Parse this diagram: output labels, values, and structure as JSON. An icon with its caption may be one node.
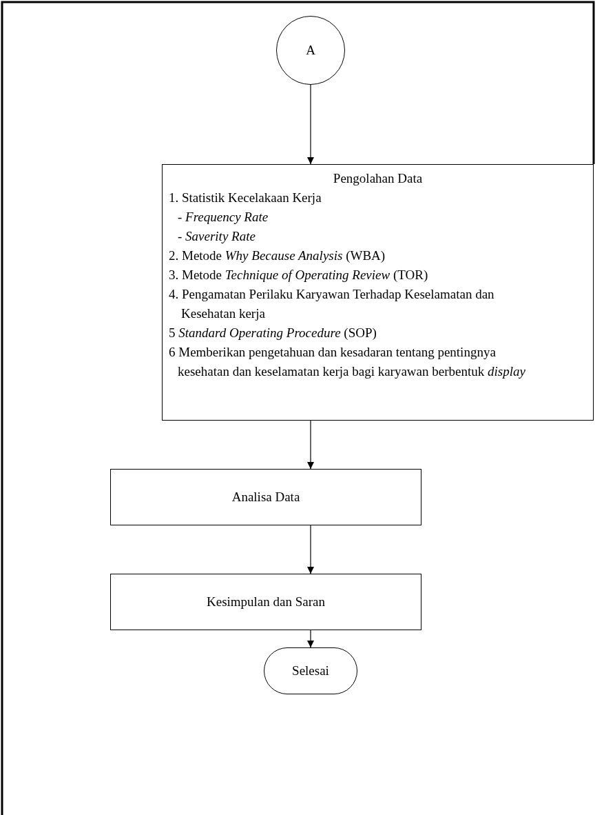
{
  "diagram": {
    "nodes": [
      {
        "text": [
          "A"
        ]
      },
      {
        "text": [
          "Pengolahan Data",
          "1. Statistik Kecelakaan Kerja",
          "- *Frequency Rate*",
          "- *Saverity Rate*",
          "2. Metode *Why Because Analysis* (WBA)",
          "3. Metode *Technique of Operating Review* (TOR)",
          "4. Pengamatan Perilaku Karyawan Terhadap Keselamatan dan Kesehatan kerja",
          "5 *Standard Operating Procedure* (SOP)",
          "6 Memberikan pengetahuan dan kesadaran tentang pentingnya kesehatan dan keselamatan kerja bagi karyawan berbentuk *display*"
        ]
      },
      {
        "text": [
          "Analisa Data"
        ]
      },
      {
        "text": [
          "Kesimpulan dan Saran"
        ]
      },
      {
        "text": [
          "Selesai"
        ]
      }
    ],
    "edges": [
      {
        "from": 0,
        "to": 1,
        "arrow": "to"
      },
      {
        "from": 1,
        "to": 2,
        "arrow": "to"
      },
      {
        "from": 2,
        "to": 3,
        "arrow": "to"
      },
      {
        "from": 3,
        "to": 4,
        "arrow": "to"
      }
    ]
  }
}
